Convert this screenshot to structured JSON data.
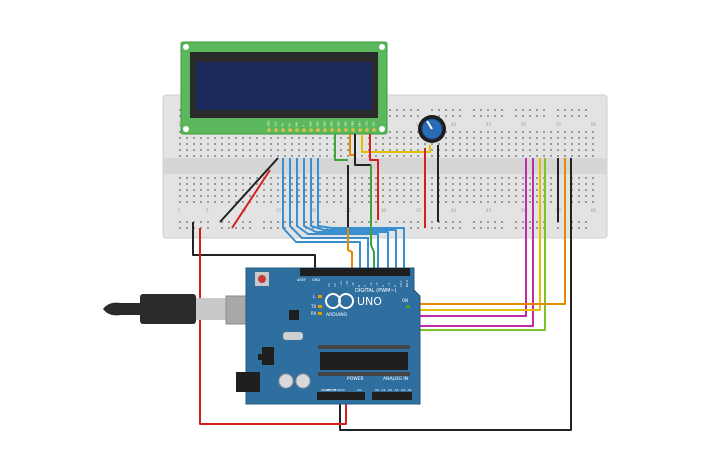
{
  "board": {
    "model_text": "UNO",
    "brand_text": "ARDUINO",
    "digital_label": "DIGITAL (PWM~)",
    "power_label": "POWER",
    "analog_label": "ANALOG IN",
    "tx_label": "TX",
    "rx_label": "RX",
    "l_label": "L",
    "on_label": "ON",
    "aref_label": "AREF",
    "gnd_label": "GND",
    "ioref_label": "IOREF",
    "reset_label": "RESET",
    "v33_label": "3.3V",
    "v5_label": "5V",
    "vin_label": "Vin",
    "analog_pins": [
      "A0",
      "A1",
      "A2",
      "A3",
      "A4",
      "A5"
    ],
    "digital_pins": [
      "13",
      "12",
      "~11",
      "~10",
      "~9",
      "8",
      "7",
      "~6",
      "~5",
      "4",
      "~3",
      "2",
      "TX 1",
      "RX 0"
    ]
  },
  "breadboard": {
    "col_numbers": [
      "1",
      "5",
      "10",
      "15",
      "20",
      "25",
      "30",
      "35",
      "40",
      "45",
      "50",
      "55",
      "60"
    ]
  },
  "lcd": {
    "pin_labels": [
      "GND",
      "VCC",
      "V0",
      "RS",
      "RW",
      "E",
      "DB0",
      "DB1",
      "DB2",
      "DB3",
      "DB4",
      "DB5",
      "DB6",
      "DB7",
      "LED",
      "LED"
    ]
  },
  "colors": {
    "board_blue": "#2f6f9f",
    "breadboard": "#e6e6e6",
    "lcd_green": "#5cb85c",
    "lcd_screen": "#1d2a5c",
    "wire_blue": "#3a8fd1",
    "wire_red": "#d62020",
    "wire_black": "#222222",
    "wire_green": "#3aa63a",
    "wire_orange": "#e58a00",
    "wire_yellow": "#e0c000",
    "wire_magenta": "#c02aa8",
    "wire_lime": "#7cc22a"
  }
}
